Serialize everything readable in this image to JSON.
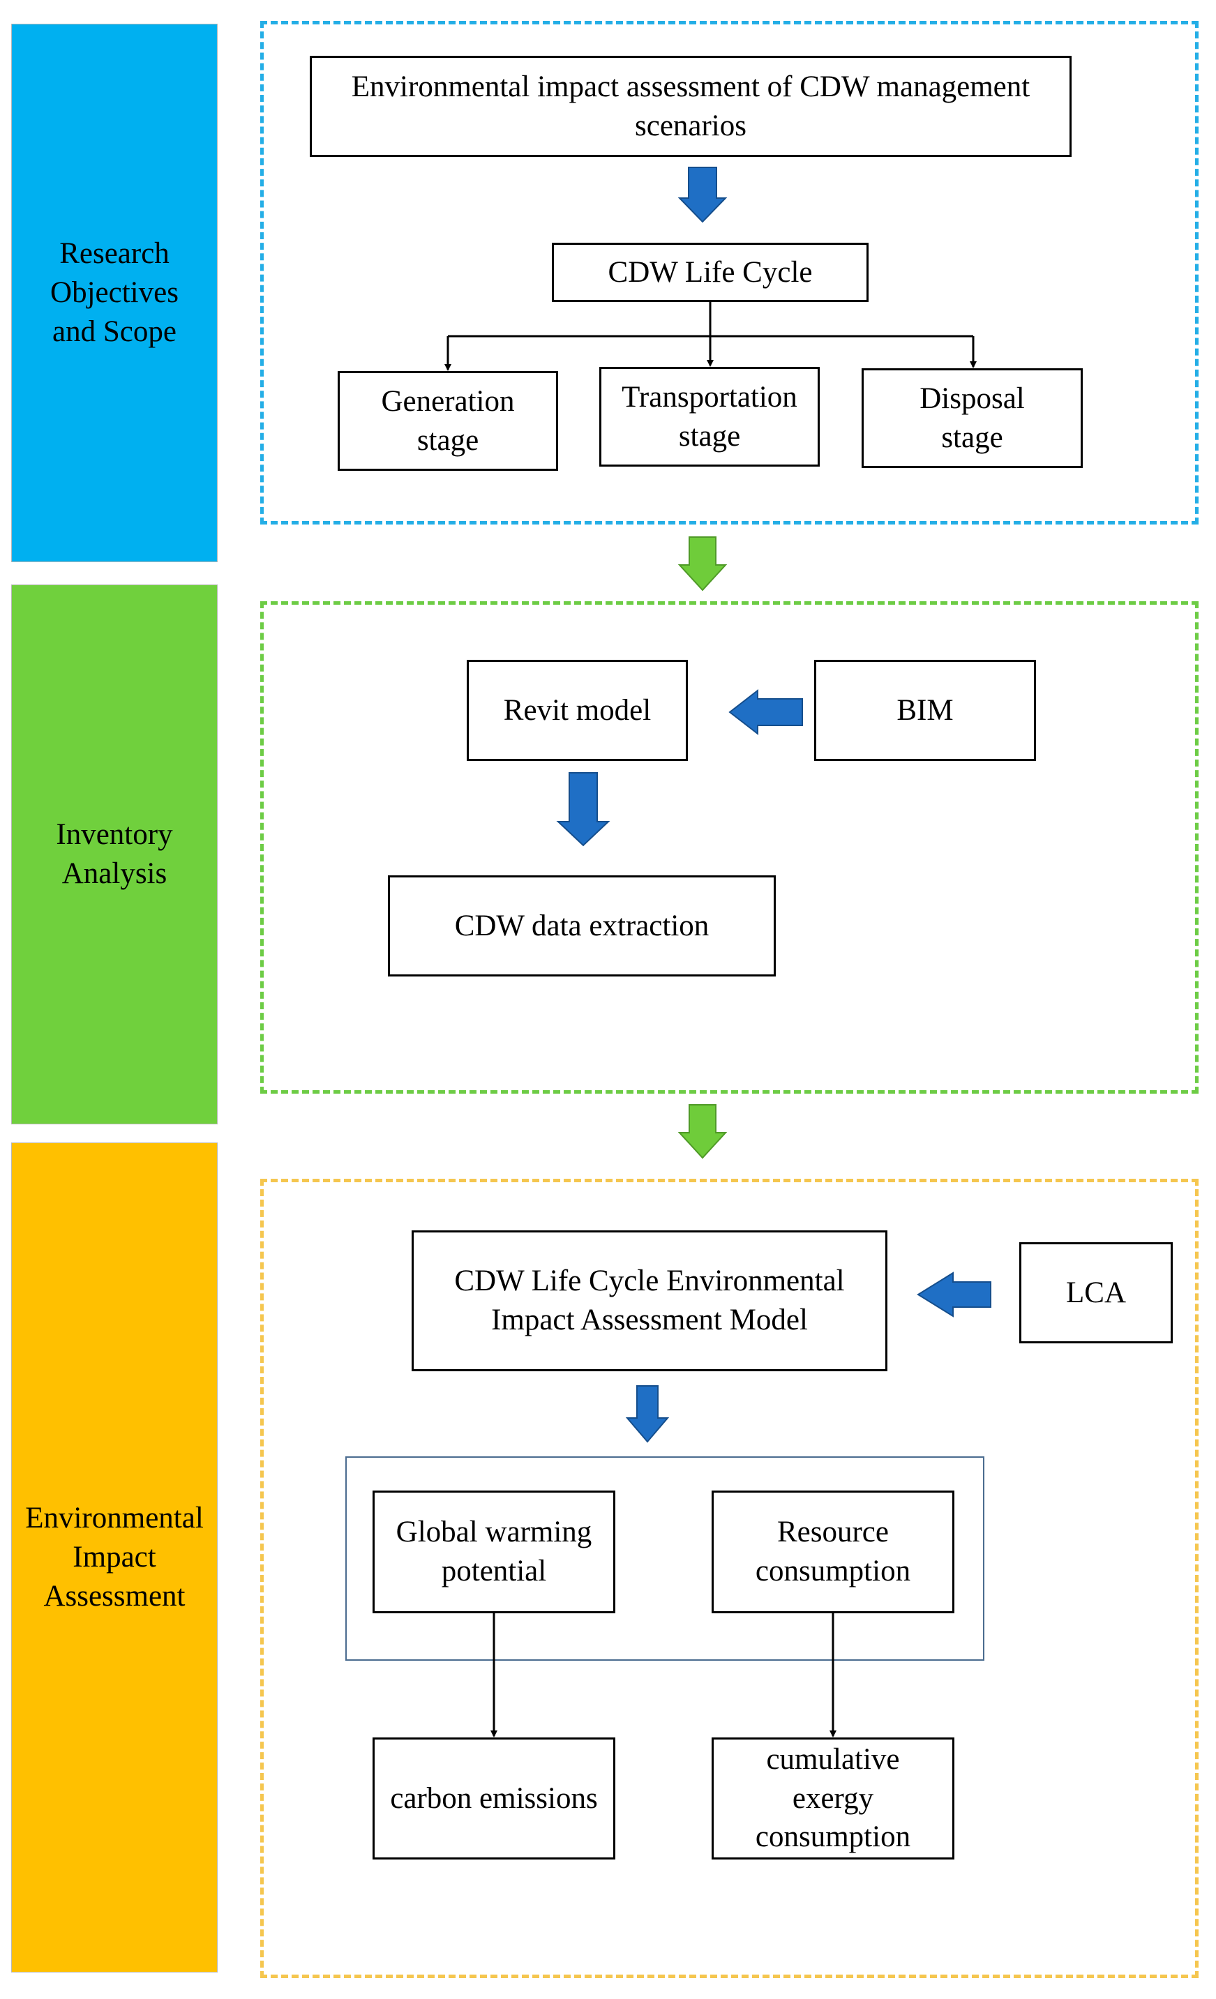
{
  "colors": {
    "research": "#00b0f0",
    "inventory": "#70d03d",
    "impact": "#ffc000",
    "blue_arrow": "#1f6fc5",
    "green_arrow": "#6fcc3a",
    "research_dash": "#24aee6",
    "inventory_dash": "#6dcc45",
    "impact_dash": "#f5c64f"
  },
  "sections": {
    "research": {
      "label": "Research\nObjectives\nand Scope",
      "objective": "Environmental impact assessment of CDW management\nscenarios",
      "life_cycle": "CDW Life Cycle",
      "stages": [
        "Generation\nstage",
        "Transportation\nstage",
        "Disposal\nstage"
      ]
    },
    "inventory": {
      "label": "Inventory\nAnalysis",
      "revit": "Revit model",
      "bim": "BIM",
      "extraction": "CDW data extraction"
    },
    "impact": {
      "label": "Environmental\nImpact\nAssessment",
      "model": "CDW Life Cycle Environmental\nImpact Assessment Model",
      "lca": "LCA",
      "gwp": "Global warming\npotential",
      "resource": "Resource\nconsumption",
      "carbon": "carbon emissions",
      "exergy": "cumulative\nexergy\nconsumption"
    }
  }
}
